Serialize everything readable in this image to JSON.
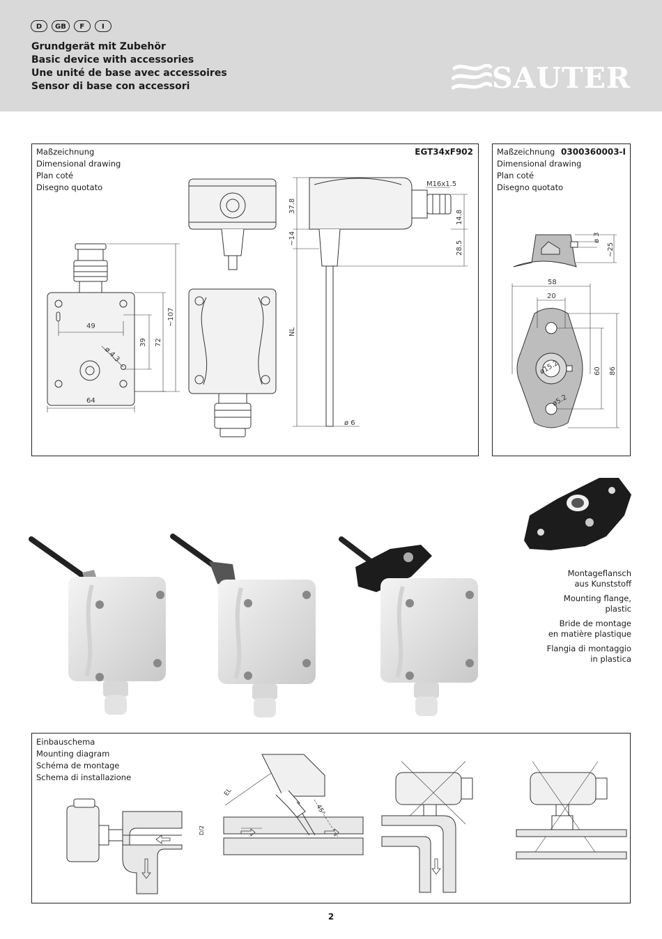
{
  "header": {
    "languages": [
      "D",
      "GB",
      "F",
      "I"
    ],
    "titles": [
      "Grundgerät mit Zubehör",
      "Basic device with accessories",
      "Une unité de base avec accessoires",
      "Sensor di base con accessori"
    ],
    "brand": "SAUTER"
  },
  "drawing_main": {
    "labels": [
      "Maßzeichnung",
      "Dimensional drawing",
      "Plan coté",
      "Disegno quotato"
    ],
    "model": "EGT34xF902",
    "dims": {
      "d107": "~107",
      "d72": "72",
      "d39": "39",
      "d49": "49",
      "d64": "64",
      "hole": "ø 4.3",
      "d378": "37.8",
      "d14": "~14",
      "nl": "NL",
      "d148": "14.8",
      "d285": "28.5",
      "thread": "M16x1.5",
      "d6": "ø 6"
    }
  },
  "drawing_flange": {
    "labels": [
      "Maßzeichnung",
      "Dimensional drawing",
      "Plan coté",
      "Disegno quotato"
    ],
    "part": "0300360003-I",
    "dims": {
      "d3": "ø 3",
      "d25": "~25",
      "d58": "58",
      "d20": "20",
      "d152": "ø15.2",
      "d52": "ø5.2",
      "d60": "60",
      "d86": "86"
    }
  },
  "flange_caption": [
    "Montageflansch",
    "aus Kunststoff",
    "Mounting flange,",
    "plastic",
    "Bride de montage",
    "en matière plastique",
    "Flangia di montaggio",
    "in plastica"
  ],
  "mounting": {
    "labels": [
      "Einbauschema",
      "Mounting diagram",
      "Schéma de montage",
      "Schema di installazione"
    ],
    "dims": {
      "el": "EL",
      "angle": "45°",
      "d2": "D/2"
    }
  },
  "page_number": "2",
  "colors": {
    "header_bg": "#d9d9d9",
    "housing": "#e6e6e6",
    "flange_dark": "#1c1c1c"
  }
}
